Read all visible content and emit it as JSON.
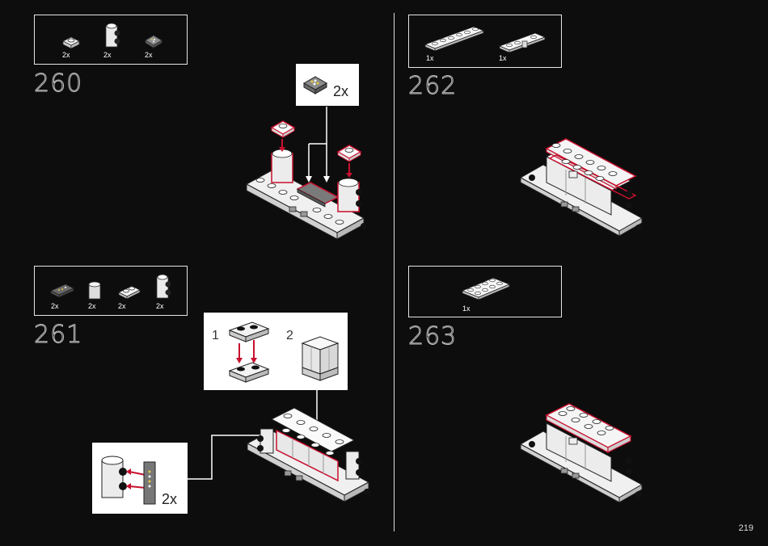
{
  "page_number": "219",
  "steps": [
    {
      "number": "260",
      "parts": [
        {
          "icon": "plate-1x1-icon",
          "qty": "2x"
        },
        {
          "icon": "brick-1x1-studs-side-icon",
          "qty": "2x"
        },
        {
          "icon": "tile-1x1-printed-icon",
          "qty": "2x"
        }
      ],
      "callout": {
        "icon": "tile-printed-control-panel-icon",
        "qty": "2x"
      }
    },
    {
      "number": "261",
      "parts": [
        {
          "icon": "tile-1x2-printed-icon",
          "qty": "2x"
        },
        {
          "icon": "brick-1x1-transparent-icon",
          "qty": "2x"
        },
        {
          "icon": "plate-1x2-icon",
          "qty": "2x"
        },
        {
          "icon": "brick-1x1-studs-side-icon",
          "qty": "2x"
        }
      ],
      "callout_sub": {
        "step1": "1",
        "step2": "2"
      },
      "callout": {
        "icon": "tile-1x2-printed-panel-icon",
        "qty": "2x"
      }
    },
    {
      "number": "262",
      "parts": [
        {
          "icon": "plate-1x6-icon",
          "qty": "1x"
        },
        {
          "icon": "plate-1x4-with-clip-icon",
          "qty": "1x"
        }
      ]
    },
    {
      "number": "263",
      "parts": [
        {
          "icon": "plate-2x4-icon",
          "qty": "1x"
        }
      ]
    }
  ],
  "colors": {
    "background": "#0d0d0d",
    "highlight": "#c8102e",
    "callout_bg": "#ffffff"
  }
}
